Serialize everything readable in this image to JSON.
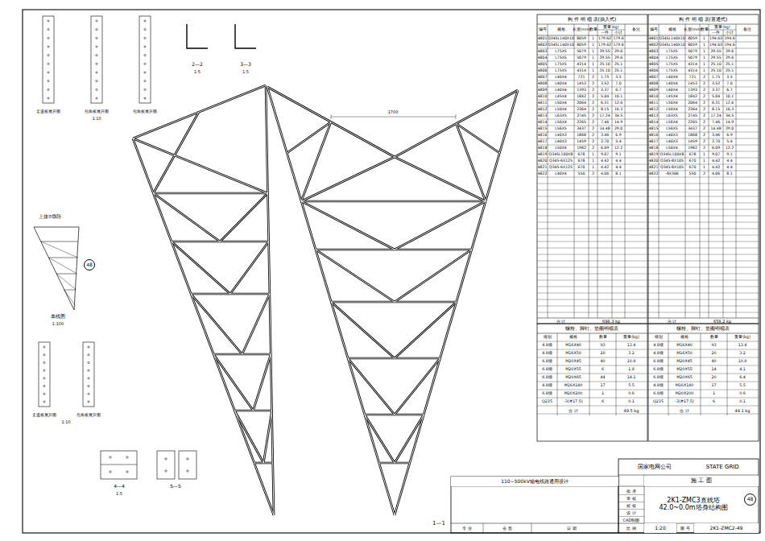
{
  "diagram": {
    "nodes": [
      {
        "text": [
          "国家电网公司",
          "STATE GRID"
        ]
      },
      {
        "text": [
          "110~500kV输电线路通用设计"
        ]
      },
      {
        "text": [
          "施 工 图"
        ]
      },
      {
        "text": [
          "2K1-ZMC3直线塔",
          "42.0~0.0m塔身结构图"
        ]
      },
      {
        "text": [
          "48"
        ]
      },
      {
        "text": [
          "1:20"
        ]
      },
      {
        "text": [
          "2K1-ZMC2-49"
        ]
      },
      {
        "text": [
          "48"
        ]
      }
    ],
    "labels": [
      "2—2",
      "1:5",
      "3—3",
      "1:5",
      "走道板展开图",
      "包角板展开图",
      "包角板展开图",
      "1:10",
      "上接⑦⑬段",
      "单线图",
      "1:100",
      "走道板展开图",
      "包角板展开图",
      "1:10",
      "5—5",
      "4—4",
      "1:5",
      "1—1",
      "1700",
      "构 件 明 细 表(插入式)",
      "编号",
      "规格",
      "长度(mm)",
      "数量",
      "重量(kg)",
      "一件",
      "小计",
      "备注",
      "4801",
      "Q345L140X10",
      "8059",
      "1",
      "179.62",
      "179.6",
      "4802",
      "Q345L140X10",
      "8059",
      "1",
      "179.62",
      "179.6",
      "4803",
      "L75X5",
      "5079",
      "1",
      "29.55",
      "29.6",
      "4804",
      "L75X5",
      "5079",
      "1",
      "29.55",
      "29.6",
      "4805",
      "L75X5",
      "4314",
      "1",
      "25.10",
      "25.1",
      "4806",
      "L75X5",
      "4314",
      "1",
      "25.10",
      "25.1",
      "4807",
      "L40X4",
      "721",
      "2",
      "1.75",
      "3.5",
      "4808",
      "L40X4",
      "1453",
      "2",
      "3.52",
      "7.0",
      "4809",
      "L40X4",
      "1393",
      "2",
      "3.37",
      "6.7",
      "4810",
      "L45X4",
      "1842",
      "2",
      "5.04",
      "10.1",
      "4811",
      "L50X4",
      "2064",
      "2",
      "6.31",
      "12.6",
      "4812",
      "L50X4",
      "2364",
      "2",
      "8.15",
      "16.3",
      "4813",
      "L63X5",
      "2745",
      "2",
      "17.24",
      "34.5",
      "4814",
      "L56X4",
      "2265",
      "2",
      "7.46",
      "14.9",
      "4815",
      "L56X5",
      "3437",
      "2",
      "14.48",
      "29.0",
      "4816",
      "L40X3",
      "1868",
      "2",
      "3.46",
      "6.9",
      "4817",
      "L40X3",
      "1459",
      "2",
      "2.70",
      "5.4",
      "4818",
      "L50X4",
      "1982",
      "2",
      "6.09",
      "12.2",
      "4819",
      "Q345L100X8",
      "678",
      "1",
      "9.07",
      "9.1",
      "4820",
      "Q345-6X125",
      "678",
      "1",
      "4.42",
      "4.4",
      "4821",
      "Q345-6X125",
      "670",
      "1",
      "4.42",
      "4.4",
      "4822",
      "L40X4",
      "550",
      "2",
      "4.06",
      "8.1",
      "合 计",
      "698.3 kg",
      "构 件 明 细 表(普通式)",
      "编号",
      "规格",
      "长度(mm)",
      "数量",
      "重量(kg)",
      "一件",
      "小计",
      "备注",
      "4801",
      "Q345L140X10",
      "8059",
      "1",
      "194.63",
      "194.6",
      "4802",
      "Q345L140X10",
      "8059",
      "1",
      "194.63",
      "194.6",
      "4803",
      "L75X5",
      "5079",
      "1",
      "29.55",
      "29.6",
      "4804",
      "L75X5",
      "5079",
      "1",
      "29.55",
      "29.6",
      "4805",
      "L75X5",
      "4314",
      "1",
      "25.10",
      "25.1",
      "4806",
      "L75X5",
      "4314",
      "1",
      "25.10",
      "25.1",
      "4807",
      "L40X4",
      "721",
      "2",
      "1.75",
      "3.5",
      "4808",
      "L40X4",
      "1453",
      "2",
      "3.52",
      "7.0",
      "4809",
      "L40X4",
      "1393",
      "2",
      "3.37",
      "6.7",
      "4810",
      "L45X4",
      "1842",
      "2",
      "5.04",
      "10.1",
      "4811",
      "L50X4",
      "2064",
      "2",
      "6.31",
      "12.6",
      "4812",
      "L50X4",
      "2364",
      "2",
      "8.15",
      "16.3",
      "4813",
      "L63X5",
      "2745",
      "2",
      "17.24",
      "34.5",
      "4814",
      "L56X4",
      "2265",
      "2",
      "7.46",
      "14.9",
      "4815",
      "L56X5",
      "3437",
      "2",
      "14.48",
      "29.0",
      "4816",
      "L40X3",
      "1868",
      "2",
      "3.46",
      "6.9",
      "4817",
      "L40X3",
      "1459",
      "2",
      "2.70",
      "5.4",
      "4818",
      "L50X4",
      "1982",
      "2",
      "6.09",
      "12.2",
      "4819",
      "Q345L100X8",
      "678",
      "1",
      "9.07",
      "9.1",
      "4820",
      "Q345-8X105",
      "670",
      "1",
      "4.42",
      "4.4",
      "4821",
      "Q345-8X105",
      "670",
      "1",
      "4.42",
      "4.4",
      "4822",
      "-8X306",
      "550",
      "2",
      "4.06",
      "8.1",
      "合 计",
      "658.2 kg",
      "螺栓、脚钉、垫圈明细表",
      "级别",
      "规格",
      "数量",
      "重量(kg)",
      "4.8级",
      "M16X40",
      "93",
      "13.4",
      "4.8级",
      "M16X50",
      "20",
      "3.2",
      "6.8级",
      "M20X45",
      "40",
      "10.8",
      "6.8级",
      "M20X55",
      "6",
      "1.8",
      "6.8级",
      "M20X65",
      "44",
      "14.1",
      "4.8级",
      "M16X180",
      "17",
      "5.5",
      "6.8级",
      "M20X200",
      "1",
      "0.6",
      "Q235",
      "-3(#17.5)",
      "6",
      "0.1",
      "合 计",
      "49.5 kg",
      "螺栓、脚钉、垫圈明细表",
      "级别",
      "规格",
      "数量",
      "重量(kg)",
      "4.8级",
      "M16X40",
      "93",
      "13.4",
      "4.8级",
      "M16X50",
      "20",
      "3.2",
      "6.8级",
      "M20X45",
      "40",
      "10.8",
      "6.8级",
      "M20X55",
      "14",
      "4.1",
      "6.8级",
      "M20X65",
      "20",
      "6.4",
      "4.8级",
      "M16X180",
      "17",
      "5.5",
      "6.8级",
      "M20X200",
      "1",
      "0.6",
      "Q235",
      "-3(#17.5)",
      "6",
      "0.1",
      "合 计",
      "44.1 kg",
      "批 准",
      "审 核",
      "校 核",
      "设 计",
      "CAD制图",
      "比 例",
      "图 号",
      "专 业",
      "会 签",
      "日 期"
    ]
  }
}
